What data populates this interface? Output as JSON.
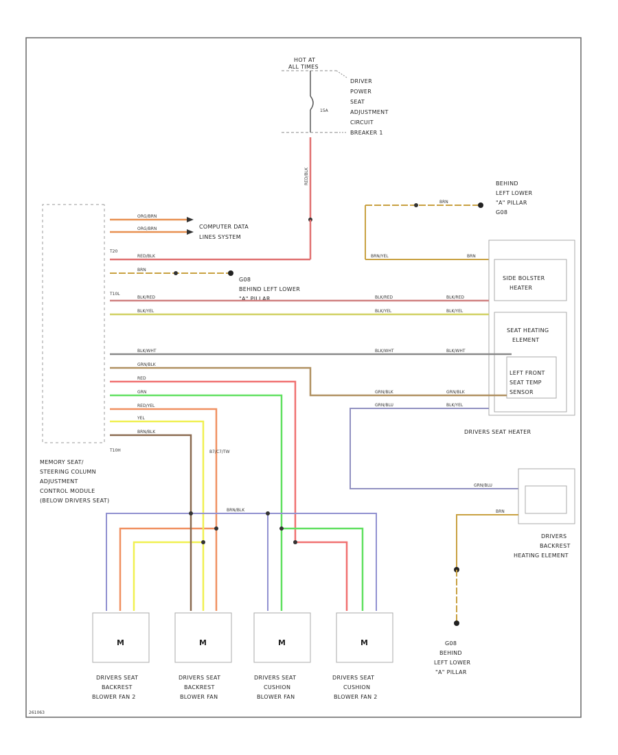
{
  "labels": {
    "hot_at": [
      "HOT AT",
      "ALL TIMES"
    ],
    "breaker": [
      "DRIVER",
      "POWER",
      "SEAT",
      "ADJUSTMENT",
      "CIRCUIT",
      "BREAKER 1"
    ],
    "breaker_amps": "15A",
    "computer_data": [
      "COMPUTER DATA",
      "LINES SYSTEM"
    ],
    "g_top": [
      "BEHIND",
      "LEFT LOWER",
      "\"A\" PILLAR",
      "G08"
    ],
    "g_mid": [
      "G08",
      "BEHIND LEFT LOWER",
      "\"A\" PILLAR"
    ],
    "g_bottom": [
      "G08",
      "BEHIND",
      "LEFT LOWER",
      "\"A\" PILLAR"
    ],
    "module": [
      "MEMORY SEAT/",
      "STEERING COLUMN",
      "ADJUSTMENT",
      "CONTROL MODULE",
      "(BELOW DRIVERS SEAT)"
    ],
    "side_bolster": [
      "SIDE BOLSTER",
      "HEATER"
    ],
    "seat_heating": [
      "SEAT HEATING",
      "ELEMENT"
    ],
    "temp_sensor": [
      "LEFT FRONT",
      "SEAT TEMP",
      "SENSOR"
    ],
    "drivers_seat_heater": "DRIVERS SEAT HEATER",
    "backrest_heating": [
      "DRIVERS",
      "BACKREST",
      "HEATING ELEMENT"
    ],
    "fan1": [
      "DRIVERS SEAT",
      "BACKREST",
      "BLOWER FAN 2"
    ],
    "fan2": [
      "DRIVERS SEAT",
      "BACKREST",
      "BLOWER FAN"
    ],
    "fan3": [
      "DRIVERS SEAT",
      "CUSHION",
      "BLOWER FAN"
    ],
    "fan4": [
      "DRIVERS SEAT",
      "CUSHION",
      "BLOWER FAN 2"
    ],
    "connectors": [
      "T20",
      "T10L",
      "T10H"
    ],
    "splice": "B7/C7/TW",
    "motor": "M",
    "footer": "261063"
  },
  "wires": {
    "org_brn": "ORG/BRN",
    "red_blk": "RED/BLK",
    "brn": "BRN",
    "blk_red": "BLK/RED",
    "blk_yel": "BLK/YEL",
    "blk_wht": "BLK/WHT",
    "grn_blk": "GRN/BLK",
    "red": "RED",
    "grn": "GRN",
    "red_yel": "RED/YEL",
    "yel": "YEL",
    "grn_blu": "GRN/BLU",
    "brn_blk": "BRN/BLK",
    "brn_yel": "BRN/YEL"
  },
  "colors": {
    "line": "#555555",
    "red": "#e06060",
    "orange": "#e89050",
    "tan": "#c8a040",
    "yellow": "#e8e040",
    "green": "#50d050",
    "purple": "#8888cc",
    "brown": "#8a6a50",
    "gray": "#888888"
  }
}
